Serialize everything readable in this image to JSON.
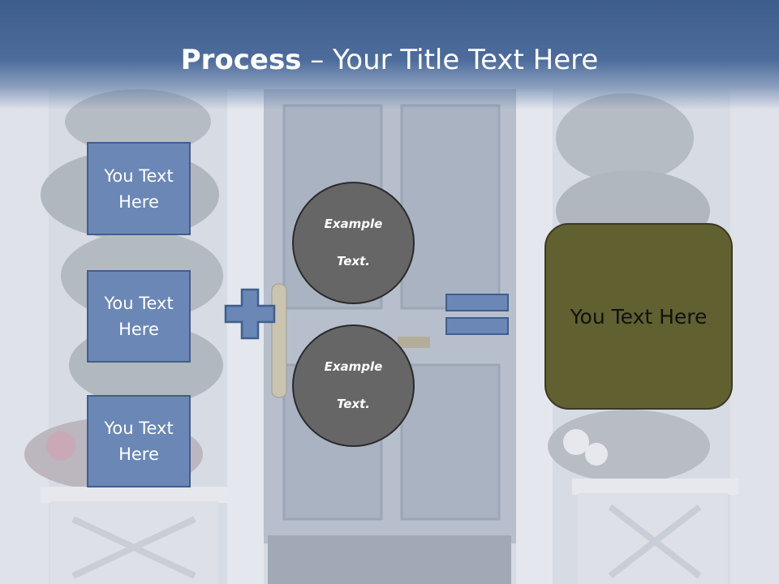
{
  "slide": {
    "title_bold": "Process",
    "title_rest": " – Your Title Text Here",
    "boxes": [
      {
        "line1": "You Text",
        "line2": "Here"
      },
      {
        "line1": "You Text",
        "line2": "Here"
      },
      {
        "line1": "You Text",
        "line2": "Here"
      }
    ],
    "circles": [
      {
        "line1": "Example",
        "line2": "Text."
      },
      {
        "line1": "Example",
        "line2": "Text."
      }
    ],
    "result": "You Text Here"
  },
  "colors": {
    "header": "#4d6c9c",
    "box_fill": "#6a87b5",
    "box_border": "#3f5f8f",
    "circle_fill": "#666666",
    "result_fill": "#606030"
  }
}
